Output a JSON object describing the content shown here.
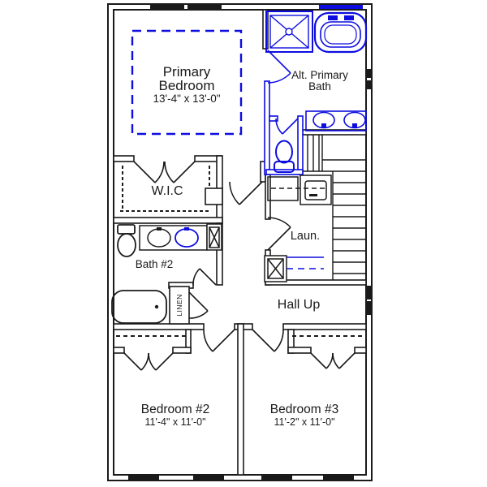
{
  "plan": {
    "colors": {
      "wall": "#1a1a1a",
      "alternate_blue": "#0d0de0",
      "background": "#ffffff"
    },
    "labels": {
      "primary_line1": "Primary",
      "primary_line2": "Bedroom",
      "primary_dims": "13'-4\" x 13'-0\"",
      "alt_bath_line1": "Alt. Primary",
      "alt_bath_line2": "Bath",
      "wic": "W.I.C",
      "bath2": "Bath #2",
      "linen": "LINEN",
      "laundry": "Laun.",
      "hall": "Hall Up",
      "bedroom2": "Bedroom #2",
      "bedroom2_dims": "11'-4\" x 11'-0\"",
      "bedroom3": "Bedroom #3",
      "bedroom3_dims": "11'-2\" x 11'-0\""
    },
    "fixtures": [
      "shower",
      "bathtub",
      "double-vanity-sinks",
      "wc-toilet",
      "bath2-toilet",
      "bath2-vanity-sinks",
      "bath2-tub",
      "washer",
      "dryer-utility-sink",
      "stairs",
      "linen-closet",
      "wic-shelving",
      "closet-shelves",
      "laundry-shelf",
      "chase-x-boxes",
      "windows",
      "door-swings"
    ]
  }
}
